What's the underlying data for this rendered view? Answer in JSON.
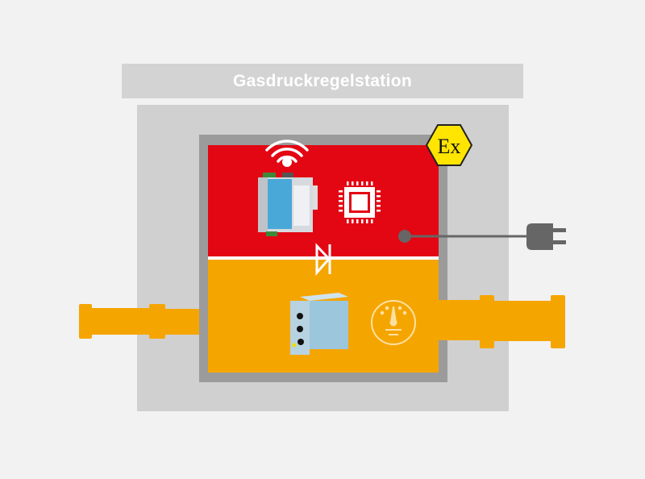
{
  "title": "Gasdruckregelstation",
  "ex_label": "Ex",
  "colors": {
    "background": "#f2f2f2",
    "station": "#d0d0d0",
    "frame": "#9b9b9b",
    "zone_red": "#e30613",
    "zone_orange": "#f5a500",
    "ex_yellow": "#ffe500",
    "cable": "#666666"
  },
  "icons": [
    "wifi-icon",
    "router-device",
    "chip-icon",
    "diode-icon",
    "module-device",
    "gauge-icon",
    "power-plug-icon",
    "ex-hazard-icon"
  ]
}
